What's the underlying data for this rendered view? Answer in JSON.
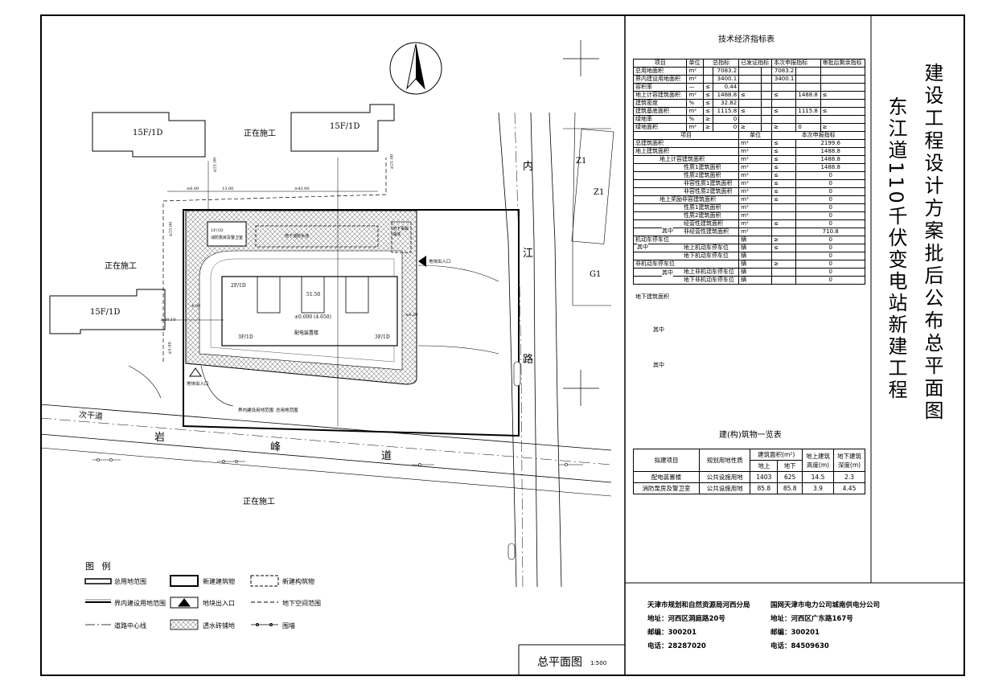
{
  "title": {
    "vertical_main": "建设工程设计方案批后公布总平面图",
    "vertical_project": "东江道110千伏变电站新建工程",
    "drawing_name": "总平面图",
    "scale": "1:500"
  },
  "map_labels": {
    "building_15f_1": "15F/1D",
    "building_15f_2": "15F/1D",
    "building_15f_3": "15F/1D",
    "under_construction_1": "正在施工",
    "under_construction_2": "正在施工",
    "under_construction_3": "正在施工",
    "road_yanfeng_1": "岩",
    "road_yanfeng_2": "峰",
    "road_yanfeng_3": "道",
    "road_ciganDao": "次干道",
    "road_neijiang_1": "内",
    "road_neijiang_2": "江",
    "road_neijiang_3": "路",
    "zone_z1a": "Z1",
    "zone_z1b": "Z1",
    "zone_g1": "G1",
    "substation": "配电装置楼",
    "fire_pump": "消防泵房及警卫室",
    "underground_tank": "地下消防水池",
    "accident_tank": "地下事故油池",
    "floor_2f1d": "2F/1D",
    "floor_3f1d_a": "3F/1D",
    "floor_3f1d_b": "3F/1D",
    "floor_1f1d": "1F/1D",
    "elevation": "±0.000 (4.650)",
    "dim_5150": "51.50",
    "entrance_east": "地块出入口",
    "entrance_south": "地块出入口",
    "boundary_label_1": "界内建设用地范围",
    "boundary_label_2": "总用地范围",
    "north_dims": [
      "≥6.00",
      "13.00",
      "≥43.00",
      "≥21.00",
      "≥21.00"
    ],
    "west_dims": [
      "≥25.00",
      "≥20.10",
      "≥5.00",
      "4.00",
      "≥6.20"
    ]
  },
  "legend": {
    "title": "图 例",
    "items": [
      "总用地范围",
      "新建建筑物",
      "新建构筑物",
      "界内建设用地范围",
      "地块出入口",
      "地下空间范围",
      "道路中心线",
      "透水砖铺地",
      "围墙"
    ]
  },
  "tech_table": {
    "title": "技术经济指标表",
    "header": [
      "项目",
      "单位",
      "总指标",
      "已发证指标",
      "本次申报指标",
      "审批后剩余指标"
    ],
    "rows1": [
      [
        "总用地面积",
        "m²",
        "",
        "7083.2",
        "",
        "7083.2",
        ""
      ],
      [
        "界内建设用地面积",
        "m²",
        "",
        "3400.1",
        "",
        "3400.1",
        ""
      ],
      [
        "容积率",
        "—",
        "≤",
        "0.44",
        "",
        "",
        ""
      ],
      [
        "地上计容建筑面积",
        "m²",
        "≤",
        "1488.8",
        "≤",
        "≤",
        "1488.8",
        "≤"
      ],
      [
        "建筑密度",
        "%",
        "≤",
        "32.82",
        "",
        "",
        ""
      ],
      [
        "建筑基底面积",
        "m²",
        "≤",
        "1115.8",
        "≤",
        "≤",
        "1115.8",
        "≤"
      ],
      [
        "绿地率",
        "%",
        "≥",
        "0",
        "",
        "",
        ""
      ],
      [
        "绿地面积",
        "m²",
        "≥",
        "0",
        "≥",
        "≥",
        "0",
        "≥"
      ]
    ],
    "header2": [
      "项目",
      "单位",
      "本次申报指标"
    ],
    "rows2": [
      {
        "label": "总建筑面积",
        "unit": "m²",
        "op": "≤",
        "val": "2199.6"
      },
      {
        "label": "地上建筑面积",
        "unit": "m²",
        "op": "≤",
        "val": "1488.8"
      },
      {
        "label": "地上计容建筑面积",
        "unit": "m²",
        "op": "≤",
        "val": "1488.8"
      },
      {
        "label": "性质1建筑面积",
        "unit": "m²",
        "op": "≤",
        "val": "1488.8"
      },
      {
        "label": "性质2建筑面积",
        "unit": "m²",
        "op": "≤",
        "val": "0"
      },
      {
        "label": "非容性质1建筑面积",
        "unit": "m²",
        "op": "≤",
        "val": "0"
      },
      {
        "label": "非容性质2建筑面积",
        "unit": "m²",
        "op": "≤",
        "val": "0"
      },
      {
        "label": "地上奖励非容建筑面积",
        "unit": "m²",
        "op": "≤",
        "val": "0"
      },
      {
        "label": "性质1建筑面积",
        "unit": "m²",
        "op": "",
        "val": "0"
      },
      {
        "label": "性质2建筑面积",
        "unit": "m²",
        "op": "",
        "val": "0"
      },
      {
        "label": "经营性建筑面积",
        "unit": "m²",
        "op": "≤",
        "val": "0"
      },
      {
        "label": "非经营性建筑面积",
        "unit": "m²",
        "op": "",
        "val": "710.8"
      },
      {
        "label": "机动车停车位",
        "unit": "辆",
        "op": "≥",
        "val": "0"
      },
      {
        "label": "地上机动车停车位",
        "unit": "辆",
        "op": "≤",
        "val": "0"
      },
      {
        "label": "地下机动车停车位",
        "unit": "辆",
        "op": "",
        "val": "0"
      },
      {
        "label": "非机动车停车位",
        "unit": "辆",
        "op": "≥",
        "val": "0"
      },
      {
        "label": "地上非机动车停车位",
        "unit": "辆",
        "op": "",
        "val": "0"
      },
      {
        "label": "地下非机动车停车位",
        "unit": "辆",
        "op": "",
        "val": "0"
      }
    ],
    "group_labels": {
      "qizhong": "其中",
      "dixia": "地下建筑面积"
    }
  },
  "building_table": {
    "title": "建(构)筑物一览表",
    "header": [
      "拟建项目",
      "规划用地性质",
      "建筑面积(m²)",
      "地上建筑高度(m)",
      "地下建筑深度(m)",
      "地上",
      "地下"
    ],
    "rows": [
      [
        "配电装置楼",
        "公共设施用地",
        "1403",
        "625",
        "14.5",
        "2.3"
      ],
      [
        "消防泵房及警卫室",
        "公共设施用地",
        "85.8",
        "85.8",
        "3.9",
        "4.45"
      ]
    ]
  },
  "footer": {
    "left": [
      "天津市规划和自然资源局河西分局",
      "地址：河西区洞庭路20号",
      "邮编：300201",
      "电话：28287020"
    ],
    "right": [
      "国网天津市电力公司城南供电分公司",
      "地址：河西区广东路167号",
      "邮编：300201",
      "电话：84509630"
    ]
  }
}
